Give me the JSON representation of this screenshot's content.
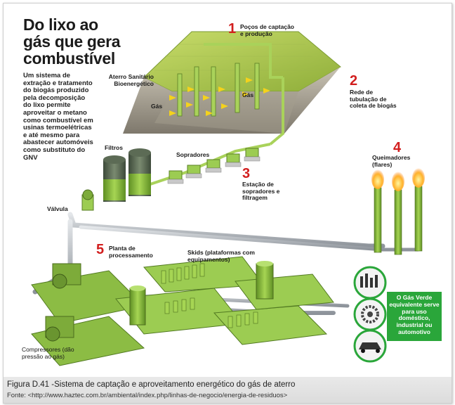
{
  "title": {
    "line1": "Do lixo ao",
    "line2": "gás que gera",
    "line3": "combustível"
  },
  "description": "Um sistema de extração e tratamento do biogás produzido pela decomposição do lixo permite aproveitar o metano como combustível em usinas termoelétricas e até mesmo para abastecer automóveis como substituto do GNV",
  "steps": [
    {
      "number": "1",
      "label": "Poços de captação e produção"
    },
    {
      "number": "2",
      "label": "Rede de tubulação de coleta de biogás"
    },
    {
      "number": "3",
      "label": "Estação de sopradores e filtragem"
    },
    {
      "number": "4",
      "label": "Queimadores (flares)"
    },
    {
      "number": "5",
      "label": "Planta de processamento"
    }
  ],
  "labels": {
    "aterro": "Aterro Sanitário Bioenergético",
    "gas1": "Gás",
    "gas2": "Gás",
    "filtros": "Filtros",
    "sopradores": "Sopradores",
    "valvula": "Válvula",
    "skids": "Skids (plataformas com equipamentos)",
    "compressores": "Compressores (dão pressão ao gás)"
  },
  "green_box": "O Gás Verde equivalente serve para uso doméstico, industrial ou automotivo",
  "caption": {
    "figure": "Figura D.41 -Sistema de captação e aproveitamento energético do gás de aterro",
    "source": "Fonte: <http://www.haztec.com.br/ambiental/index.php/linhas-de-negocio/energia-de-residuos>"
  },
  "colors": {
    "pipe": "#b9bec4",
    "equipment_green": "#8cc63f",
    "number_red": "#d21e1e",
    "box_green": "#2aa63a"
  }
}
